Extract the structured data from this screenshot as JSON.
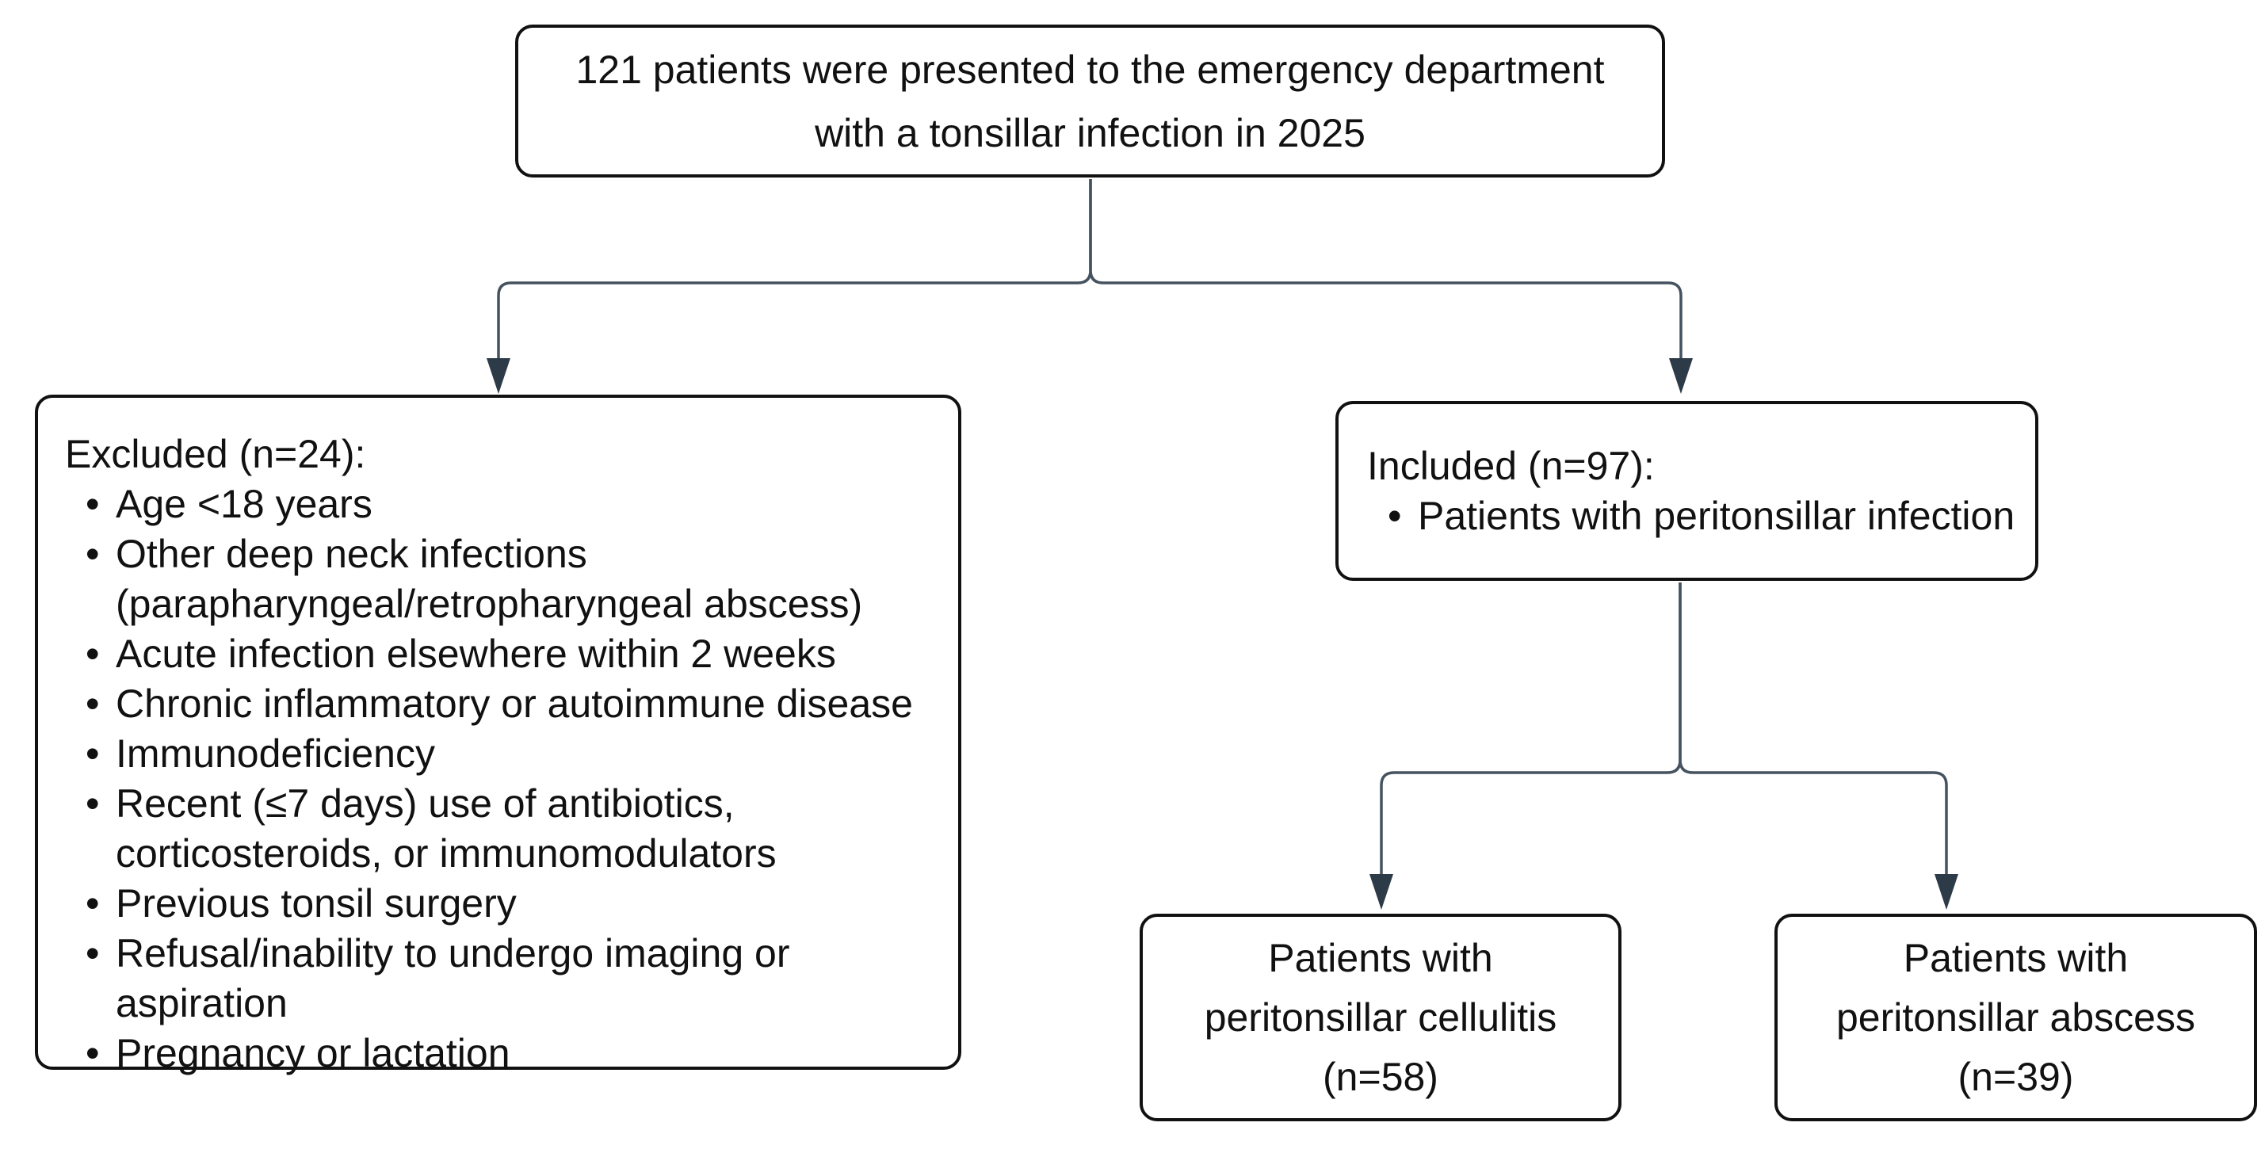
{
  "colors": {
    "line": "#45525f",
    "arrow": "#2d3a47",
    "box_border": "#111111",
    "box_fill": "#ffffff",
    "text": "#111111",
    "background": "#ffffff"
  },
  "top_box": {
    "text": "121 patients were presented to the emergency department with a tonsillar infection in 2025"
  },
  "excluded_box": {
    "title": "Excluded (n=24):",
    "items": [
      "Age <18 years",
      "Other deep neck infections (parapharyngeal/retropharyngeal abscess)",
      "Acute infection elsewhere within 2 weeks",
      "Chronic inflammatory or autoimmune disease",
      "Immunodeficiency",
      "Recent (≤7 days) use of antibiotics, corticosteroids, or immunomodulators",
      "Previous tonsil surgery",
      "Refusal/inability to undergo imaging or aspiration",
      "Pregnancy or lactation"
    ]
  },
  "included_box": {
    "title": "Included (n=97):",
    "items": [
      "Patients with peritonsillar infection"
    ]
  },
  "outcome_left_box": {
    "text": "Patients with peritonsillar cellulitis (n=58)"
  },
  "outcome_right_box": {
    "text": "Patients with peritonsillar abscess (n=39)"
  }
}
